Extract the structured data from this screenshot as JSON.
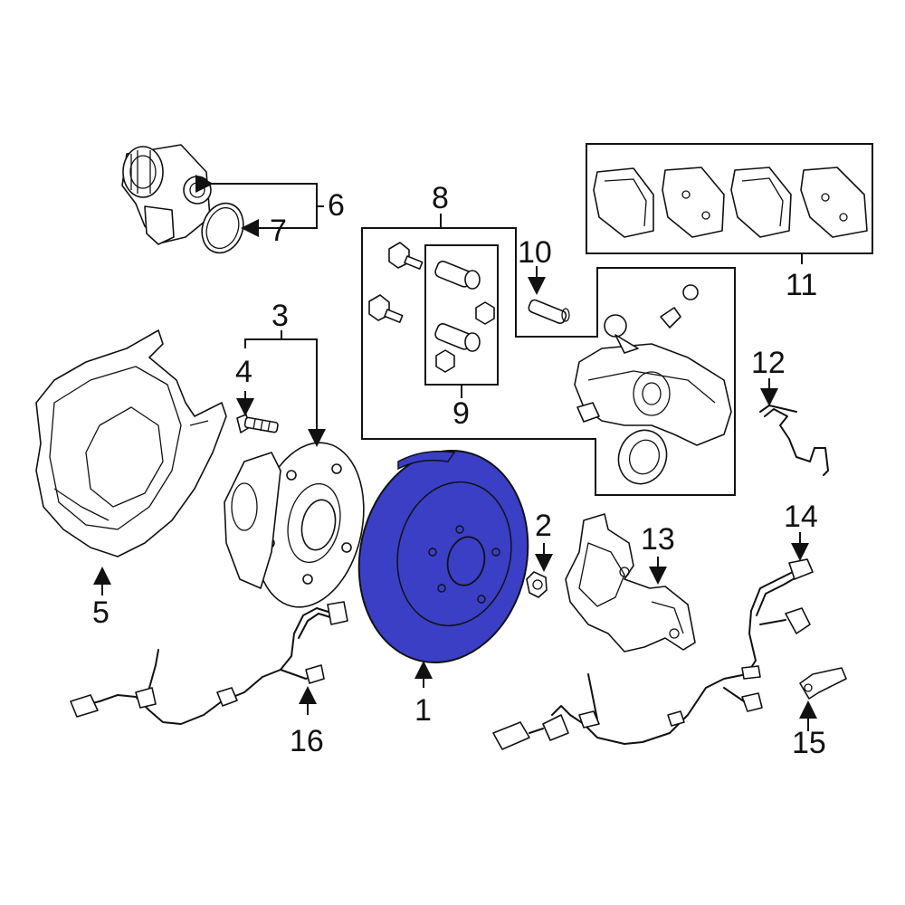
{
  "callouts": {
    "c1": "1",
    "c2": "2",
    "c3": "3",
    "c4": "4",
    "c5": "5",
    "c6": "6",
    "c7": "7",
    "c8": "8",
    "c9": "9",
    "c10": "10",
    "c11": "11",
    "c12": "12",
    "c13": "13",
    "c14": "14",
    "c15": "15",
    "c16": "16"
  },
  "colors": {
    "highlight": "#3a3fc6",
    "line": "#111111",
    "background": "#ffffff"
  }
}
